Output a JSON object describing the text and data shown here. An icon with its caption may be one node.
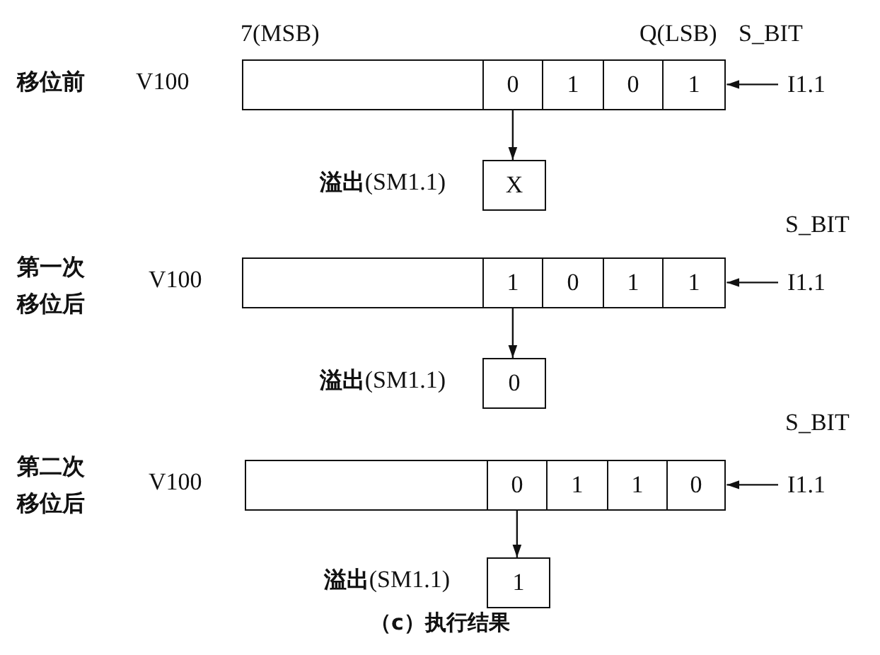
{
  "diagram": {
    "caption": "（c）执行结果",
    "nodes": [
      {
        "text": [],
        "shape": "box"
      },
      {
        "text": [
          "0"
        ],
        "in": 0
      },
      {
        "text": [
          "1"
        ],
        "in": 0
      },
      {
        "text": [
          "0"
        ],
        "in": 0
      },
      {
        "text": [
          "1"
        ],
        "in": 0
      },
      {
        "text": [
          "I1.1"
        ]
      },
      {
        "text": [
          "X"
        ],
        "beside": [
          "溢出(SM1.1)"
        ]
      },
      {
        "text": [],
        "shape": "box"
      },
      {
        "text": [
          "1"
        ],
        "in": 7
      },
      {
        "text": [
          "0"
        ],
        "in": 7
      },
      {
        "text": [
          "1"
        ],
        "in": 7
      },
      {
        "text": [
          "1"
        ],
        "in": 7
      },
      {
        "text": [
          "I1.1"
        ]
      },
      {
        "text": [
          "0"
        ],
        "beside": [
          "溢出(SM1.1)"
        ]
      },
      {
        "text": [],
        "shape": "box"
      },
      {
        "text": [
          "0"
        ],
        "in": 14
      },
      {
        "text": [
          "1"
        ],
        "in": 14
      },
      {
        "text": [
          "1"
        ],
        "in": 14
      },
      {
        "text": [
          "0"
        ],
        "in": 14
      },
      {
        "text": [
          "I1.1"
        ]
      },
      {
        "text": [
          "1"
        ],
        "beside": [
          "溢出(SM1.1)"
        ]
      }
    ],
    "edges": [
      {
        "from": 1,
        "to": 6,
        "arrow": "to"
      },
      {
        "from": 5,
        "to": 4,
        "arrow": "to"
      },
      {
        "from": 8,
        "to": 13,
        "arrow": "to"
      },
      {
        "from": 12,
        "to": 11,
        "arrow": "to"
      },
      {
        "from": 15,
        "to": 20,
        "arrow": "to"
      },
      {
        "from": 19,
        "to": 18,
        "arrow": "to"
      }
    ],
    "labels": [
      "7(MSB)",
      "Q(LSB)",
      "S_BIT",
      "移位前",
      "V100",
      "S_BIT",
      "第一次移位后",
      "V100",
      "S_BIT",
      "第二次移位后",
      "V100"
    ]
  }
}
